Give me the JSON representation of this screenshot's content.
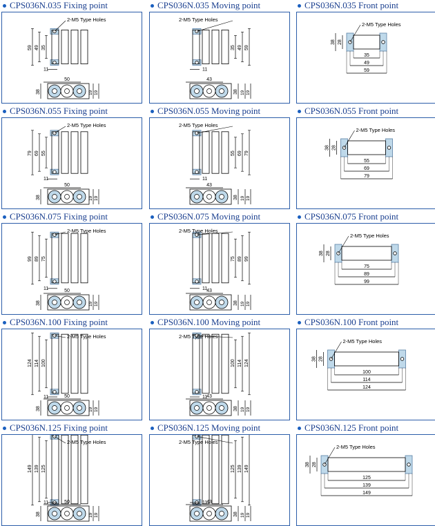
{
  "series": [
    {
      "model": "CPS036N.035",
      "fixing": {
        "title": "CPS036N.035 Fixing point",
        "holes": "2-M5 Type Holes",
        "dims": [
          "59",
          "49",
          "35",
          "11",
          "50",
          "38",
          "19",
          "19"
        ]
      },
      "moving": {
        "title": "CPS036N.035 Moving point",
        "holes": "2-M5 Type Holes",
        "dims": [
          "35",
          "49",
          "59",
          "11",
          "43",
          "38",
          "19",
          "19"
        ]
      },
      "front": {
        "title": "CPS036N.035 Front point",
        "holes": "2-M5 Type Holes",
        "dims": [
          "38",
          "28",
          "35",
          "49",
          "59"
        ]
      }
    },
    {
      "model": "CPS036N.055",
      "fixing": {
        "title": "CPS036N.055 Fixing point",
        "holes": "2-M5 Type Holes",
        "dims": [
          "79",
          "69",
          "55",
          "11",
          "50",
          "38",
          "19",
          "19"
        ]
      },
      "moving": {
        "title": "CPS036N.055 Moving point",
        "holes": "2-M5 Type Holes",
        "dims": [
          "55",
          "69",
          "79",
          "11",
          "43",
          "38",
          "19",
          "19"
        ]
      },
      "front": {
        "title": "CPS036N.055 Front point",
        "holes": "2-M5 Type Holes",
        "dims": [
          "38",
          "28",
          "55",
          "69",
          "79"
        ]
      }
    },
    {
      "model": "CPS036N.075",
      "fixing": {
        "title": "CPS036N.075 Fixing point",
        "holes": "2-M5 Type Holes",
        "dims": [
          "99",
          "89",
          "75",
          "11",
          "50",
          "38",
          "19",
          "19"
        ]
      },
      "moving": {
        "title": "CPS036N.075 Moving point",
        "holes": "2-M5 Type Holes",
        "dims": [
          "75",
          "89",
          "99",
          "11",
          "43",
          "38",
          "19",
          "19"
        ]
      },
      "front": {
        "title": "CPS036N.075 Front point",
        "holes": "2-M5 Type Holes",
        "dims": [
          "38",
          "28",
          "75",
          "89",
          "99"
        ]
      }
    },
    {
      "model": "CPS036N.100",
      "fixing": {
        "title": "CPS036N.100 Fixing point",
        "holes": "2-M5 Type Holes",
        "dims": [
          "124",
          "114",
          "100",
          "11",
          "50",
          "38",
          "19",
          "19"
        ]
      },
      "moving": {
        "title": "CPS036N.100 Moving point",
        "holes": "2-M5 Type Holes",
        "dims": [
          "100",
          "114",
          "124",
          "11",
          "43",
          "38",
          "19",
          "19"
        ]
      },
      "front": {
        "title": "CPS036N.100 Front point",
        "holes": "2-M5 Type Holes",
        "dims": [
          "38",
          "28",
          "100",
          "114",
          "124"
        ]
      }
    },
    {
      "model": "CPS036N.125",
      "fixing": {
        "title": "CPS036N.125 Fixing point",
        "holes": "2-M5 Type Holes",
        "dims": [
          "149",
          "139",
          "125",
          "11",
          "50",
          "38",
          "19",
          "19"
        ]
      },
      "moving": {
        "title": "CPS036N.125 Moving point",
        "holes": "2-M5 Type Holes",
        "dims": [
          "125",
          "139",
          "149",
          "11",
          "43",
          "38",
          "19",
          "19"
        ]
      },
      "front": {
        "title": "CPS036N.125 Front point",
        "holes": "2-M5 Type Holes",
        "dims": [
          "38",
          "28",
          "125",
          "139",
          "149"
        ]
      }
    }
  ],
  "colors": {
    "title": "#1a3f8f",
    "border": "#2a5ca8",
    "bracket": "#bfd9ea",
    "bracket_stroke": "#5a7fa5",
    "bullet": "#1a5fbf"
  }
}
